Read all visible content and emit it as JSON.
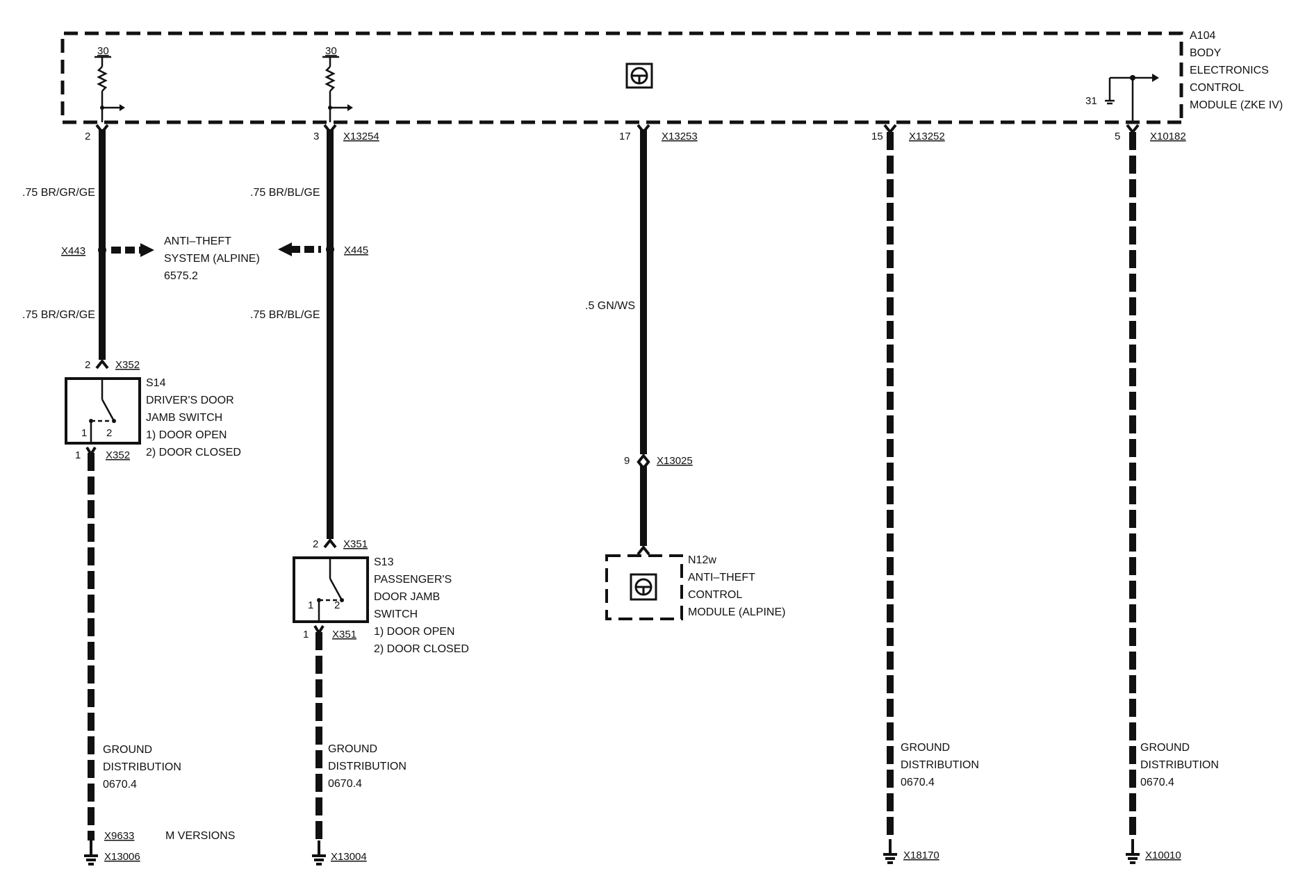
{
  "module": {
    "ref": "A104",
    "name_lines": [
      "BODY",
      "ELECTRONICS",
      "CONTROL",
      "MODULE (ZKE IV)"
    ],
    "terminal_left": "30",
    "terminal_mid": "30",
    "ground_pin": "31"
  },
  "pins": {
    "p1": {
      "pin": "2",
      "conn": ""
    },
    "p2": {
      "pin": "3",
      "conn": "X13254"
    },
    "p3": {
      "pin": "17",
      "conn": "X13253"
    },
    "p4": {
      "pin": "15",
      "conn": "X13252"
    },
    "p5": {
      "pin": "5",
      "conn": "X10182"
    }
  },
  "wires": {
    "w1_top": ".75 BR/GR/GE",
    "w1_bottom": ".75 BR/GR/GE",
    "w2_top": ".75 BR/BL/GE",
    "w2_bottom": ".75 BR/BL/GE",
    "w3": ".5 GN/WS"
  },
  "splices": {
    "s1": "X443",
    "s2": "X445"
  },
  "anti_theft_ref": {
    "lines": [
      "ANTI–THEFT",
      "SYSTEM (ALPINE)",
      "6575.2"
    ]
  },
  "s14": {
    "top_pin": "2",
    "top_conn": "X352",
    "bot_pin": "1",
    "bot_conn": "X352",
    "contact_1": "1",
    "contact_2": "2",
    "lines": [
      "S14",
      "DRIVER'S DOOR",
      "JAMB SWITCH",
      "1)   DOOR OPEN",
      "2)   DOOR CLOSED"
    ]
  },
  "s13": {
    "top_pin": "2",
    "top_conn": "X351",
    "bot_pin": "1",
    "bot_conn": "X351",
    "contact_1": "1",
    "contact_2": "2",
    "lines": [
      "S13",
      "PASSENGER'S",
      "DOOR JAMB",
      "SWITCH",
      "1)   DOOR OPEN",
      "2)   DOOR CLOSED"
    ]
  },
  "n12w": {
    "pin": "9",
    "conn": "X13025",
    "lines": [
      "N12w",
      "ANTI–THEFT",
      "CONTROL",
      "MODULE (ALPINE)"
    ]
  },
  "grounds": {
    "g1": {
      "lines": [
        "GROUND",
        "DISTRIBUTION",
        "0670.4"
      ],
      "conn_a": "X9633",
      "note": "M VERSIONS",
      "conn": "X13006"
    },
    "g2": {
      "lines": [
        "GROUND",
        "DISTRIBUTION",
        "0670.4"
      ],
      "conn": "X13004"
    },
    "g3": {
      "lines": [
        "GROUND",
        "DISTRIBUTION",
        "0670.4"
      ],
      "conn": "X18170"
    },
    "g4": {
      "lines": [
        "GROUND",
        "DISTRIBUTION",
        "0670.4"
      ],
      "conn": "X10010"
    }
  },
  "colors": {
    "ink": "#111111",
    "paper": "#ffffff"
  }
}
